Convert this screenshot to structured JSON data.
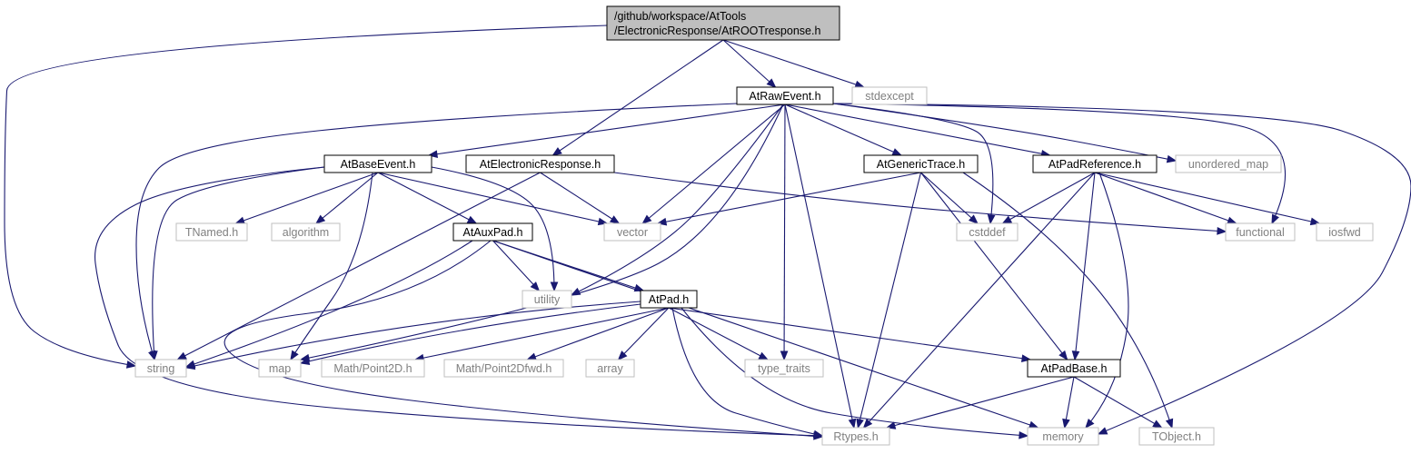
{
  "diagram": {
    "colors": {
      "edge": "#191970",
      "root_fill": "#bfbfbf",
      "node_border": "#000000",
      "external_border": "#bfbfbf",
      "external_text": "#808080"
    },
    "nodes": [
      {
        "id": "root",
        "lines": [
          "/github/workspace/AtTools",
          "/ElectronicResponse/AtROOTresponse.h"
        ],
        "kind": "root"
      },
      {
        "id": "raw",
        "lines": [
          "AtRawEvent.h"
        ],
        "kind": "doc"
      },
      {
        "id": "stdexcept",
        "lines": [
          "stdexcept"
        ],
        "kind": "ext"
      },
      {
        "id": "base",
        "lines": [
          "AtBaseEvent.h"
        ],
        "kind": "doc"
      },
      {
        "id": "elec",
        "lines": [
          "AtElectronicResponse.h"
        ],
        "kind": "doc"
      },
      {
        "id": "gen",
        "lines": [
          "AtGenericTrace.h"
        ],
        "kind": "doc"
      },
      {
        "id": "padref",
        "lines": [
          "AtPadReference.h"
        ],
        "kind": "doc"
      },
      {
        "id": "umap",
        "lines": [
          "unordered_map"
        ],
        "kind": "ext"
      },
      {
        "id": "tnamed",
        "lines": [
          "TNamed.h"
        ],
        "kind": "ext"
      },
      {
        "id": "algorithm",
        "lines": [
          "algorithm"
        ],
        "kind": "ext"
      },
      {
        "id": "aux",
        "lines": [
          "AtAuxPad.h"
        ],
        "kind": "doc"
      },
      {
        "id": "vector",
        "lines": [
          "vector"
        ],
        "kind": "ext"
      },
      {
        "id": "cstddef",
        "lines": [
          "cstddef"
        ],
        "kind": "ext"
      },
      {
        "id": "functional",
        "lines": [
          "functional"
        ],
        "kind": "ext"
      },
      {
        "id": "iosfwd",
        "lines": [
          "iosfwd"
        ],
        "kind": "ext"
      },
      {
        "id": "utility",
        "lines": [
          "utility"
        ],
        "kind": "ext"
      },
      {
        "id": "pad",
        "lines": [
          "AtPad.h"
        ],
        "kind": "doc"
      },
      {
        "id": "string",
        "lines": [
          "string"
        ],
        "kind": "ext"
      },
      {
        "id": "map",
        "lines": [
          "map"
        ],
        "kind": "ext"
      },
      {
        "id": "p2d",
        "lines": [
          "Math/Point2D.h"
        ],
        "kind": "ext"
      },
      {
        "id": "p2dfwd",
        "lines": [
          "Math/Point2Dfwd.h"
        ],
        "kind": "ext"
      },
      {
        "id": "array",
        "lines": [
          "array"
        ],
        "kind": "ext"
      },
      {
        "id": "traits",
        "lines": [
          "type_traits"
        ],
        "kind": "ext"
      },
      {
        "id": "padbase",
        "lines": [
          "AtPadBase.h"
        ],
        "kind": "doc"
      },
      {
        "id": "rtypes",
        "lines": [
          "Rtypes.h"
        ],
        "kind": "ext"
      },
      {
        "id": "memory",
        "lines": [
          "memory"
        ],
        "kind": "ext"
      },
      {
        "id": "tobject",
        "lines": [
          "TObject.h"
        ],
        "kind": "ext"
      }
    ],
    "edges": [
      [
        "root",
        "string"
      ],
      [
        "root",
        "raw"
      ],
      [
        "root",
        "elec"
      ],
      [
        "root",
        "stdexcept"
      ],
      [
        "raw",
        "string"
      ],
      [
        "raw",
        "base"
      ],
      [
        "raw",
        "vector"
      ],
      [
        "raw",
        "utility"
      ],
      [
        "raw",
        "map"
      ],
      [
        "raw",
        "traits"
      ],
      [
        "raw",
        "rtypes"
      ],
      [
        "raw",
        "gen"
      ],
      [
        "raw",
        "cstddef"
      ],
      [
        "raw",
        "padref"
      ],
      [
        "raw",
        "umap"
      ],
      [
        "raw",
        "functional"
      ],
      [
        "raw",
        "memory"
      ],
      [
        "base",
        "string"
      ],
      [
        "base",
        "tnamed"
      ],
      [
        "base",
        "algorithm"
      ],
      [
        "base",
        "map"
      ],
      [
        "base",
        "aux"
      ],
      [
        "base",
        "vector"
      ],
      [
        "base",
        "utility"
      ],
      [
        "base",
        "rtypes"
      ],
      [
        "elec",
        "string"
      ],
      [
        "elec",
        "vector"
      ],
      [
        "elec",
        "functional"
      ],
      [
        "aux",
        "string"
      ],
      [
        "aux",
        "utility"
      ],
      [
        "aux",
        "pad"
      ],
      [
        "aux",
        "memory"
      ],
      [
        "aux",
        "rtypes"
      ],
      [
        "pad",
        "string"
      ],
      [
        "pad",
        "map"
      ],
      [
        "pad",
        "p2d"
      ],
      [
        "pad",
        "p2dfwd"
      ],
      [
        "pad",
        "array"
      ],
      [
        "pad",
        "traits"
      ],
      [
        "pad",
        "rtypes"
      ],
      [
        "pad",
        "memory"
      ],
      [
        "pad",
        "padbase"
      ],
      [
        "gen",
        "vector"
      ],
      [
        "gen",
        "cstddef"
      ],
      [
        "gen",
        "rtypes"
      ],
      [
        "gen",
        "padbase"
      ],
      [
        "gen",
        "tobject"
      ],
      [
        "padref",
        "cstddef"
      ],
      [
        "padref",
        "functional"
      ],
      [
        "padref",
        "iosfwd"
      ],
      [
        "padref",
        "padbase"
      ],
      [
        "padref",
        "rtypes"
      ],
      [
        "padref",
        "memory"
      ],
      [
        "padbase",
        "rtypes"
      ],
      [
        "padbase",
        "memory"
      ],
      [
        "padbase",
        "tobject"
      ]
    ]
  }
}
